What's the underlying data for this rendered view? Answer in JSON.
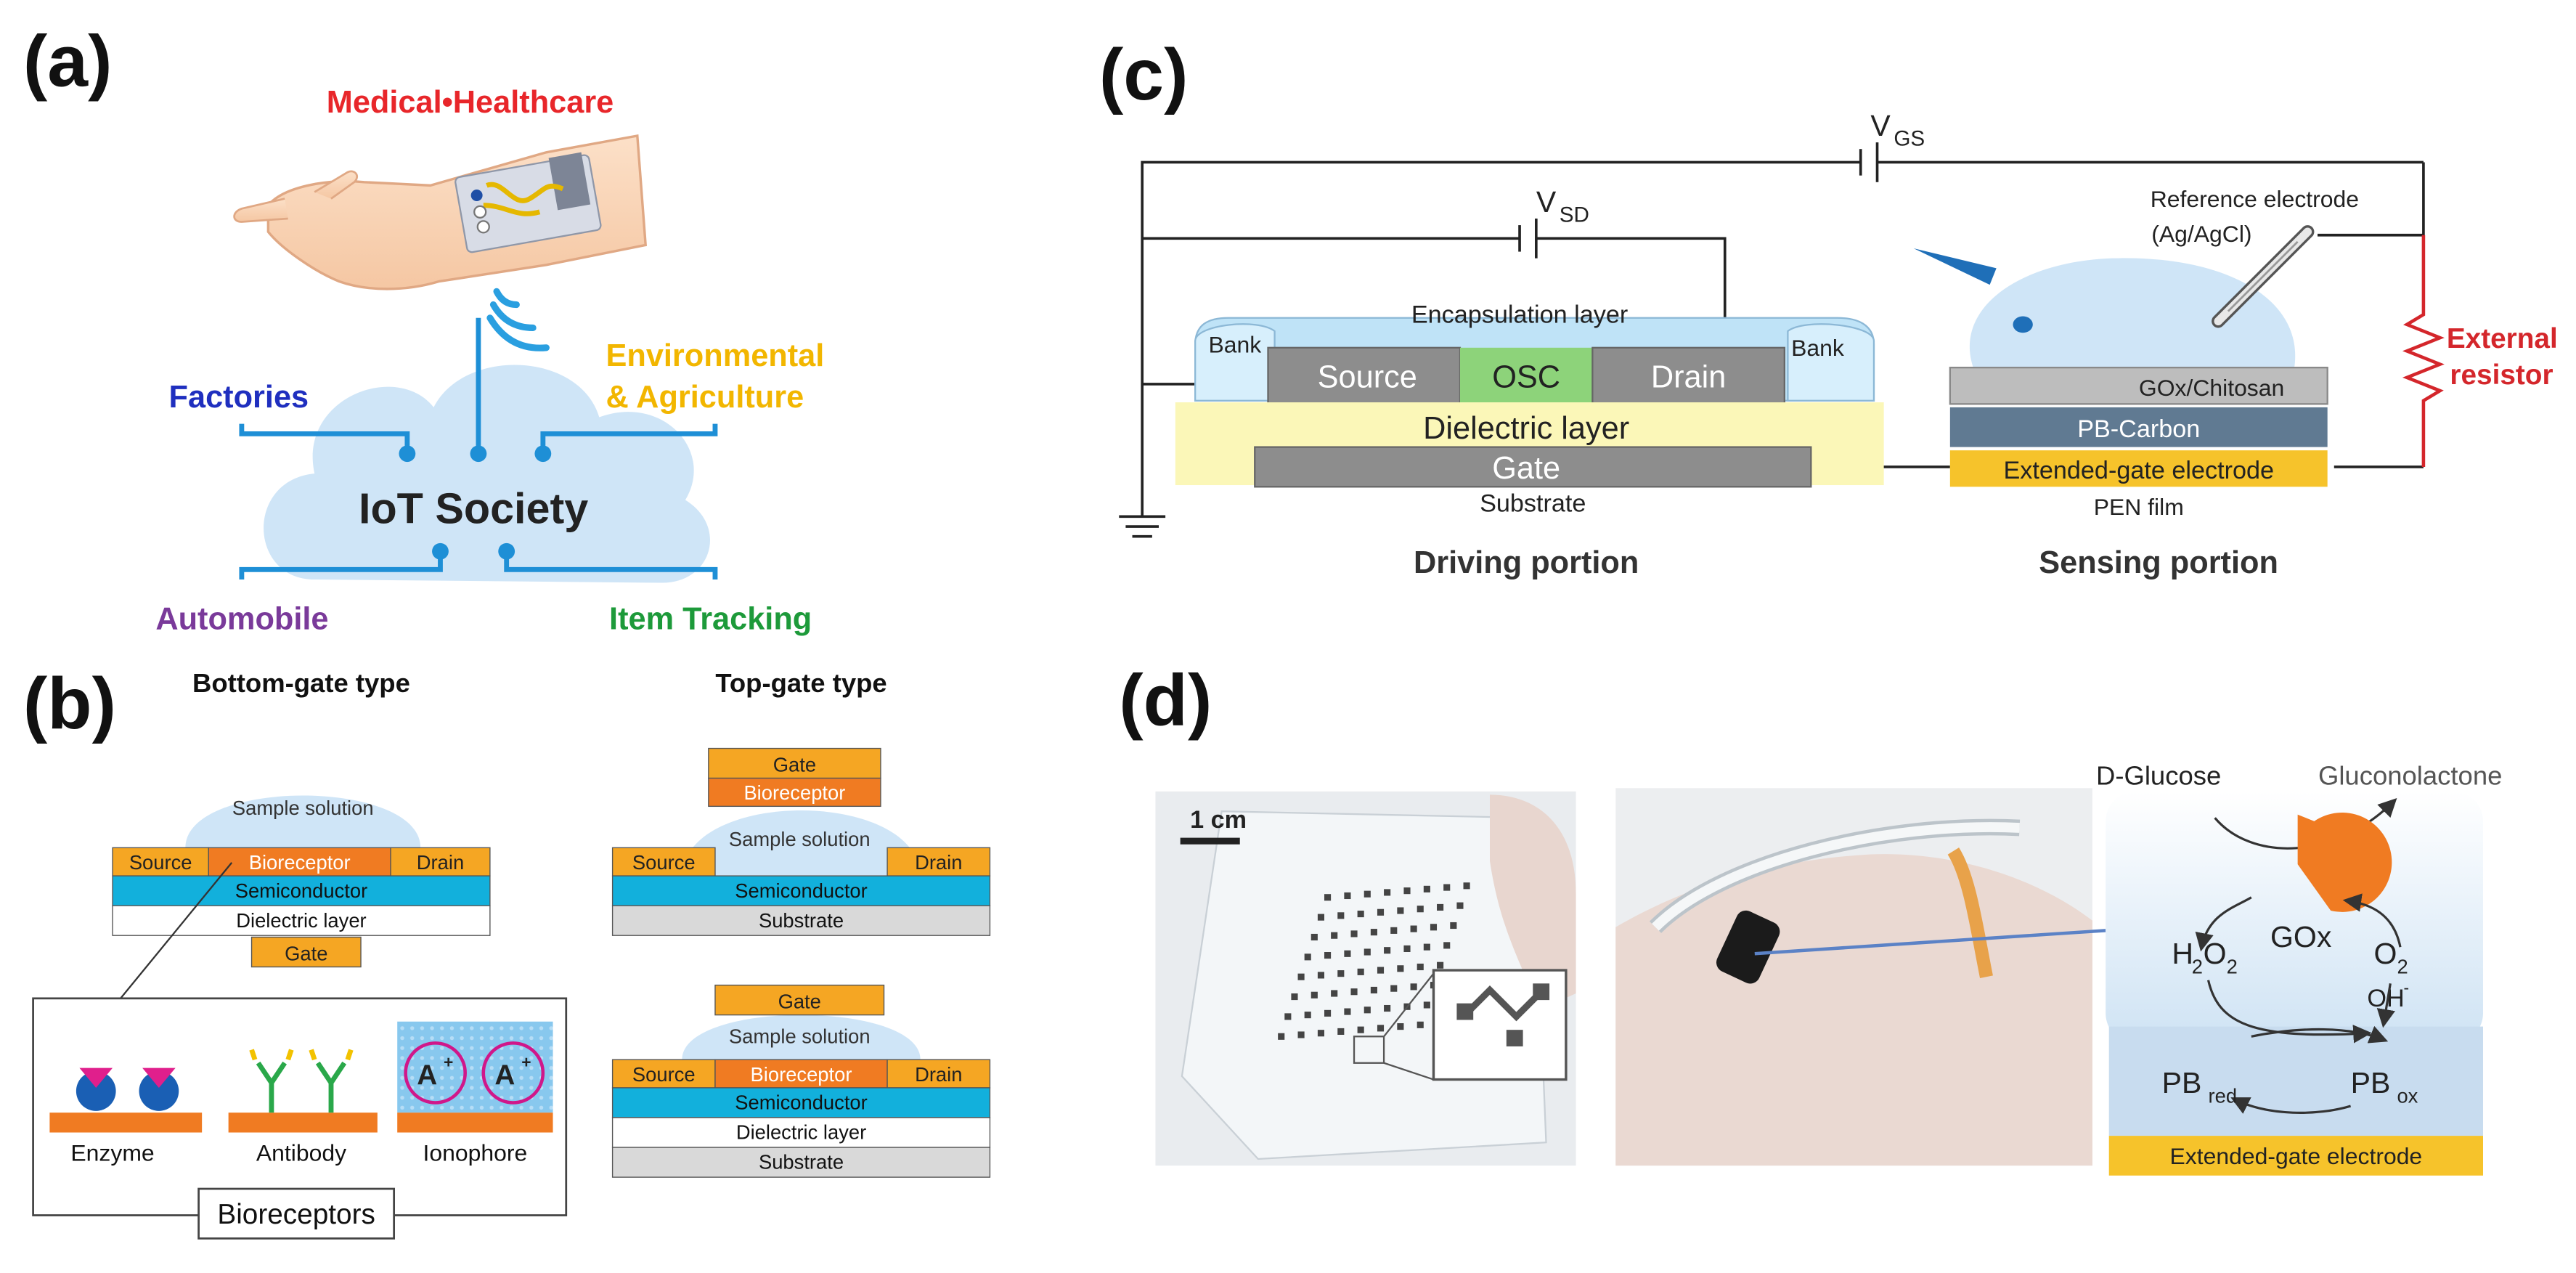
{
  "panel_labels": {
    "a": "(a)",
    "b": "(b)",
    "c": "(c)",
    "d": "(d)"
  },
  "panel_a": {
    "medical": "Medical•Healthcare",
    "factories": "Factories",
    "environmental_1": "Environmental",
    "environmental_2": "& Agriculture",
    "iot": "IoT Society",
    "automobile": "Automobile",
    "item_tracking": "Item Tracking"
  },
  "panel_b": {
    "bottom_gate_title": "Bottom-gate type",
    "top_gate_title": "Top-gate type",
    "sample_solution": "Sample solution",
    "source": "Source",
    "drain": "Drain",
    "bioreceptor": "Bioreceptor",
    "semiconductor": "Semiconductor",
    "dielectric": "Dielectric layer",
    "gate": "Gate",
    "substrate": "Substrate",
    "enzyme": "Enzyme",
    "antibody": "Antibody",
    "ionophore": "Ionophore",
    "ion": "A",
    "ion_sup": "+",
    "bioreceptors": "Bioreceptors"
  },
  "panel_c": {
    "vgs": "V",
    "vgs_sub": "GS",
    "vsd": "V",
    "vsd_sub": "SD",
    "encapsulation": "Encapsulation layer",
    "bank": "Bank",
    "source": "Source",
    "osc": "OSC",
    "drain": "Drain",
    "dielectric": "Dielectric layer",
    "gate": "Gate",
    "substrate": "Substrate",
    "driving": "Driving portion",
    "ref_electrode_1": "Reference electrode",
    "ref_electrode_2": "(Ag/AgCl)",
    "gox_chitosan": "GOx/Chitosan",
    "pb_carbon": "PB-Carbon",
    "ext_gate": "Extended-gate electrode",
    "pen_film": "PEN film",
    "sensing": "Sensing portion",
    "ext_resistor_1": "External",
    "ext_resistor_2": "resistor"
  },
  "panel_d": {
    "scale": "1 cm",
    "d_glucose": "D-Glucose",
    "gluconolactone": "Gluconolactone",
    "h2o2_a": "H",
    "h2o2_b": "2",
    "h2o2_c": "O",
    "h2o2_d": "2",
    "gox": "GOx",
    "o2_a": "O",
    "o2_b": "2",
    "oh_a": "OH",
    "oh_b": "-",
    "pb": "PB",
    "red": "red",
    "ox": "ox",
    "ext_gate": "Extended-gate electrode"
  },
  "colors": {
    "medical": "#e8262a",
    "factories": "#1f2fbf",
    "environmental": "#f2b600",
    "automobile": "#7a3a9a",
    "item_tracking": "#1d9a3a",
    "network": "#1e8fd6",
    "orange": "#f5a623",
    "bioreceptor": "#f07b22",
    "semiconductor": "#12b0dc",
    "resistor": "#d4262b"
  }
}
